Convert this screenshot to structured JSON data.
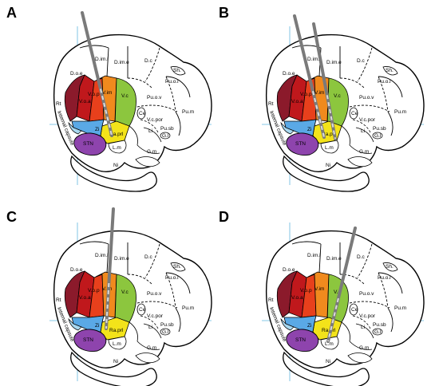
{
  "colors": {
    "outline": "#000000",
    "guide_line": "#9fd3ec",
    "electrode": "#7a7a7a",
    "contact": "#dcdcdc",
    "Rt": "#8b1a2b",
    "V.o.a": "#c0181c",
    "V.o.p": "#e8401c",
    "V.im": "#f08a1e",
    "V.c": "#8cc63e",
    "STN": "#8e44ad",
    "Zi": "#5aa9e6",
    "Ra.prl": "#f3e31a",
    "capsule": "#a8d8f0"
  },
  "nuclei_labels": {
    "D.im.i": "D.im.i",
    "D.im.e": "D.im.e",
    "D.c": "D.c",
    "D.o.e": "D.o.e",
    "Pu.o.l": "Pu.o.l",
    "Pu.o.v": "Pu.o.v",
    "Pu.m": "Pu.m",
    "Rt": "Rt",
    "V.o.p": "V.o.p",
    "V.o.a": "V.o.a",
    "V.im": "V.im",
    "V.c": "V.c",
    "Ce": "Ce",
    "V.c.por": "V.c.por",
    "Li": "Li",
    "Pu.sb": "Pu.sb",
    "Zi": "Zi",
    "Ra.prl": "Ra.prl",
    "STN": "STN",
    "L.m": "L.m",
    "G.m": "G.m",
    "Ni": "Ni",
    "Internal capsule": "Internal capsule",
    "small_top": "Sh.",
    "small_bottom": "G.l"
  },
  "panels": [
    {
      "letter": "A",
      "electrodes": [
        {
          "entry": [
            103,
            16
          ],
          "tip": [
            140,
            170
          ]
        }
      ]
    },
    {
      "letter": "B",
      "electrodes": [
        {
          "entry": [
            369,
            20
          ],
          "tip": [
            406,
            172
          ]
        },
        {
          "entry": [
            393,
            30
          ],
          "tip": [
            420,
            174
          ]
        }
      ]
    },
    {
      "letter": "C",
      "electrodes": [
        {
          "entry": [
            142,
            262
          ],
          "tip": [
            133,
            412
          ]
        }
      ]
    },
    {
      "letter": "D",
      "electrodes": [
        {
          "entry": [
            445,
            286
          ],
          "tip": [
            411,
            428
          ]
        }
      ]
    }
  ]
}
